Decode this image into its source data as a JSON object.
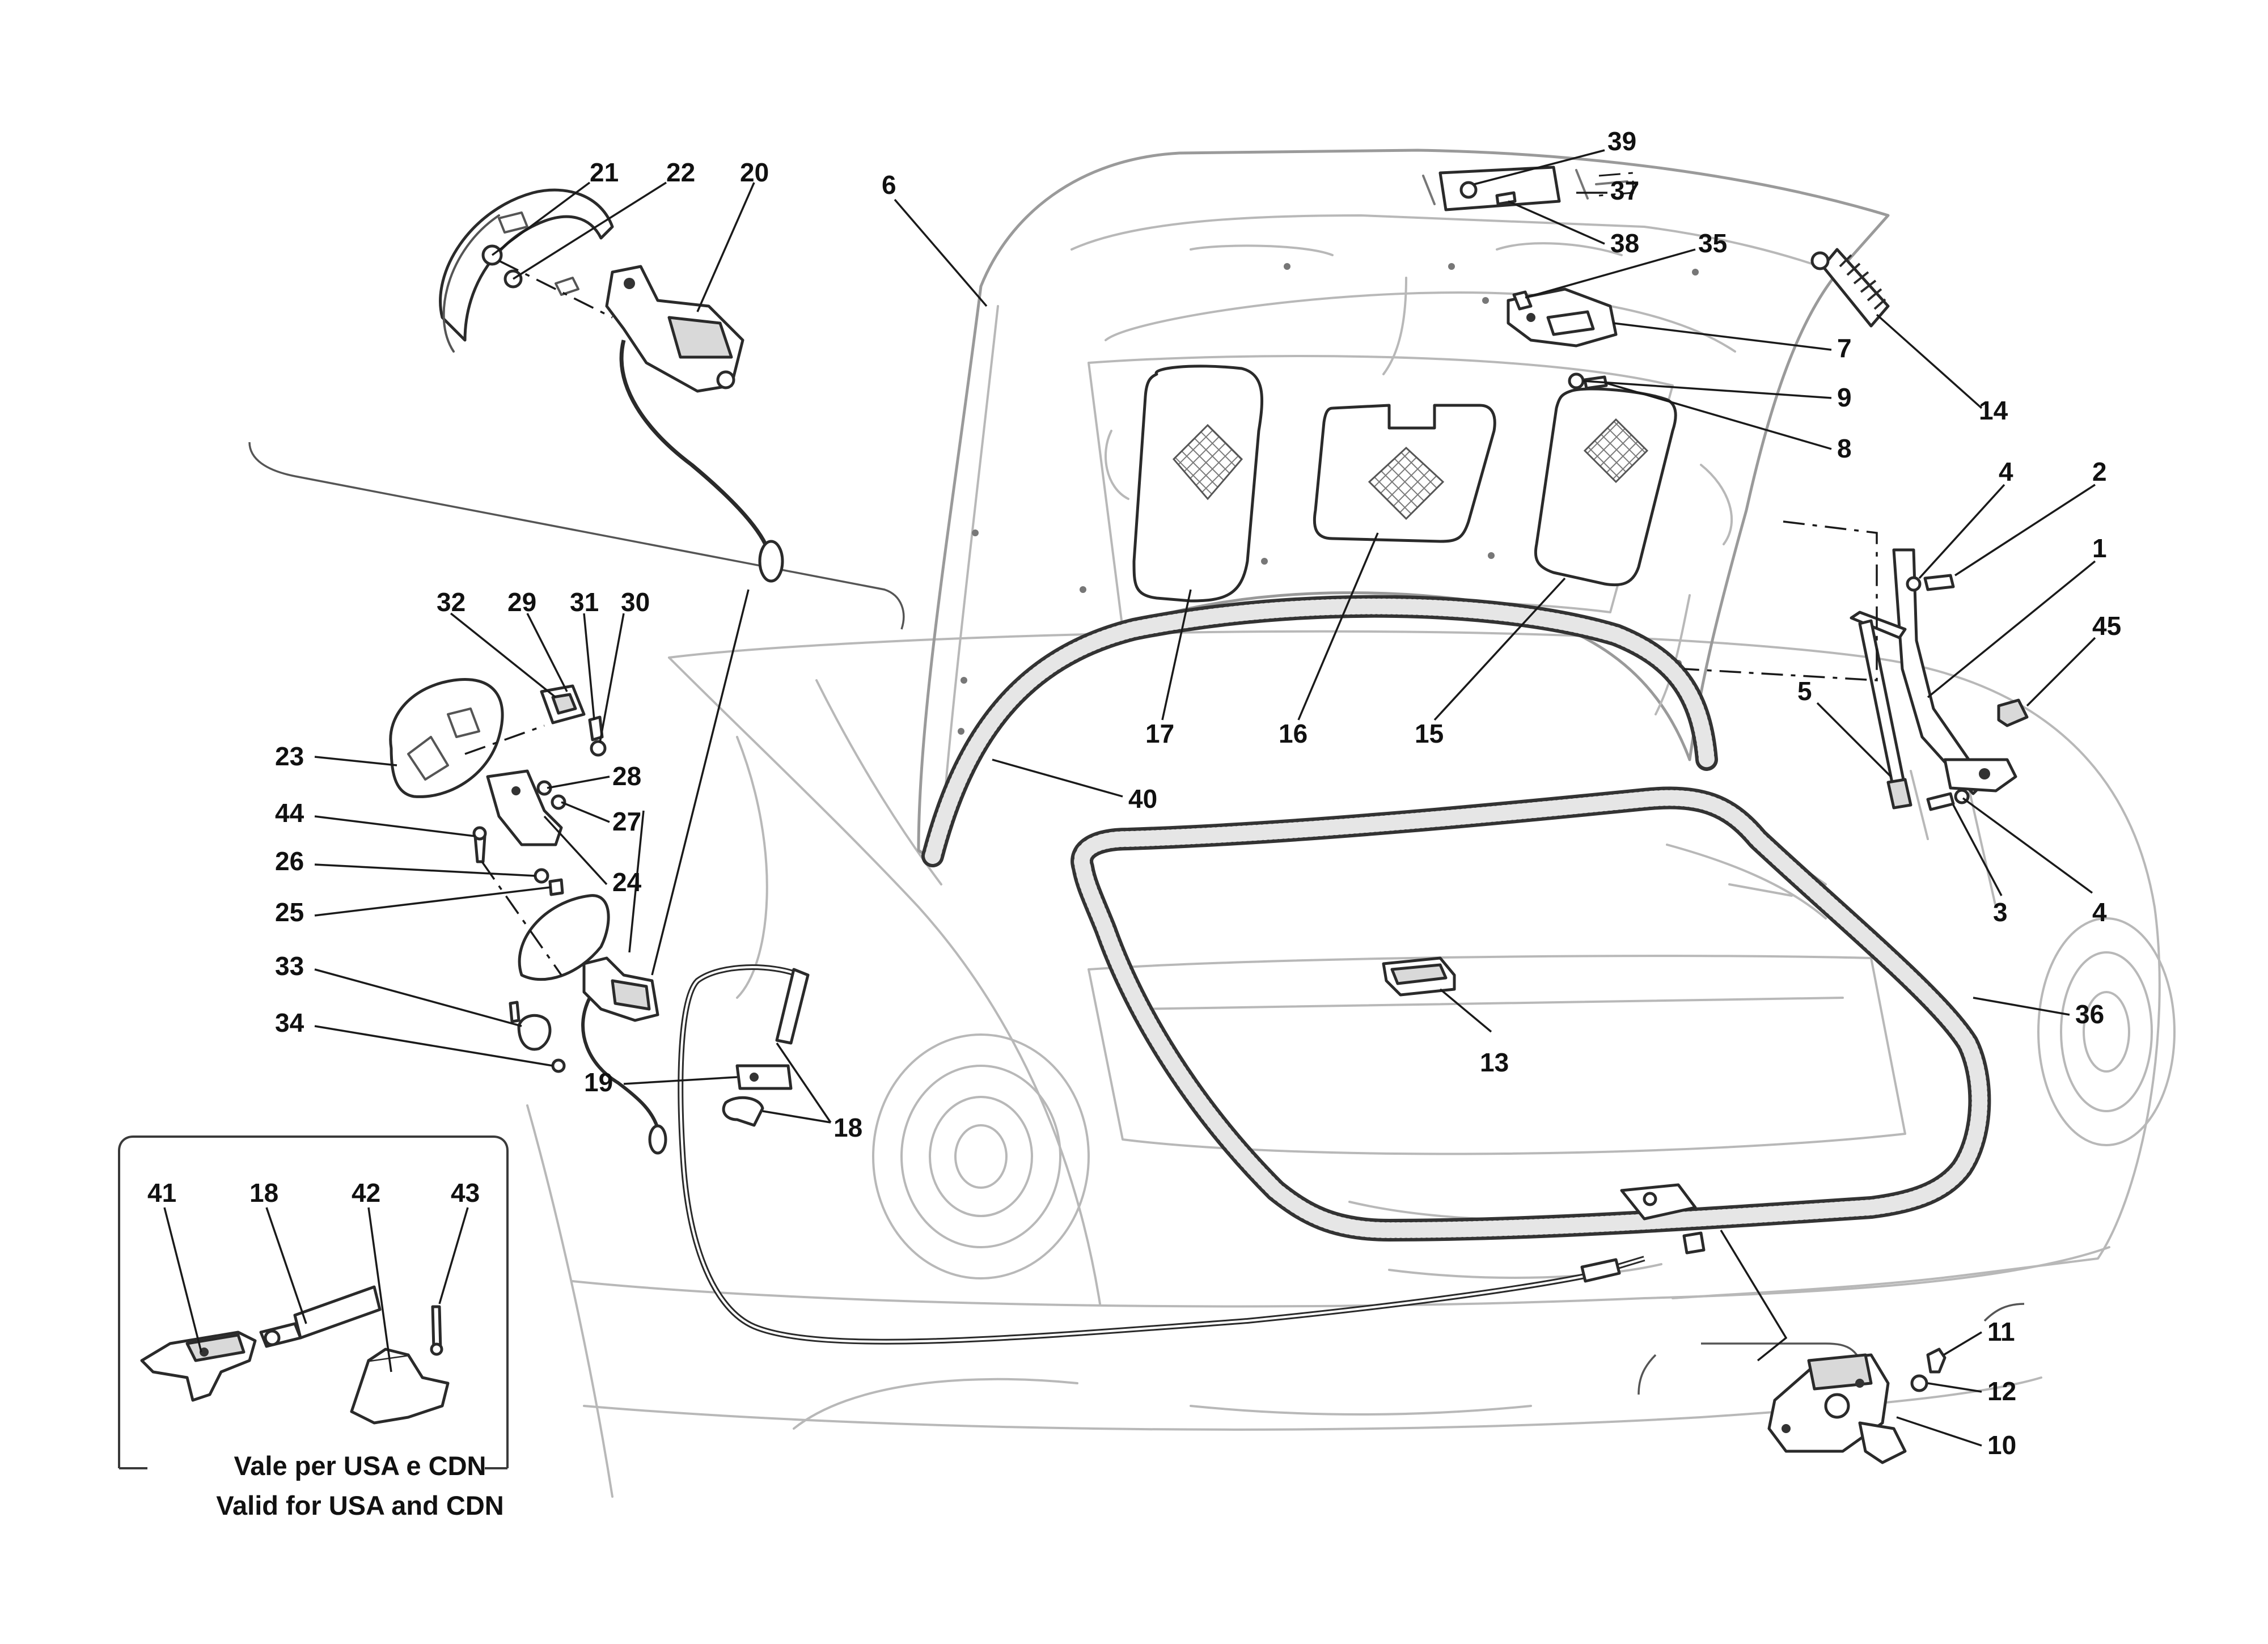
{
  "diagram": {
    "callouts": {
      "n1": "1",
      "n2": "2",
      "n3": "3",
      "n4a": "4",
      "n4b": "4",
      "n5": "5",
      "n6": "6",
      "n7": "7",
      "n8": "8",
      "n9": "9",
      "n10": "10",
      "n11": "11",
      "n12": "12",
      "n13": "13",
      "n14": "14",
      "n15": "15",
      "n16": "16",
      "n17": "17",
      "n18a": "18",
      "n18b": "18",
      "n19": "19",
      "n20": "20",
      "n21": "21",
      "n22": "22",
      "n23": "23",
      "n24": "24",
      "n25": "25",
      "n26": "26",
      "n27": "27",
      "n28": "28",
      "n29": "29",
      "n30": "30",
      "n31": "31",
      "n32": "32",
      "n33": "33",
      "n34": "34",
      "n35": "35",
      "n36": "36",
      "n37": "37",
      "n38": "38",
      "n39": "39",
      "n40": "40",
      "n41": "41",
      "n42": "42",
      "n43": "43",
      "n44": "44",
      "n45": "45"
    },
    "inset_note": {
      "line1": "Vale per USA e CDN",
      "line2": "Valid for USA and CDN"
    }
  }
}
